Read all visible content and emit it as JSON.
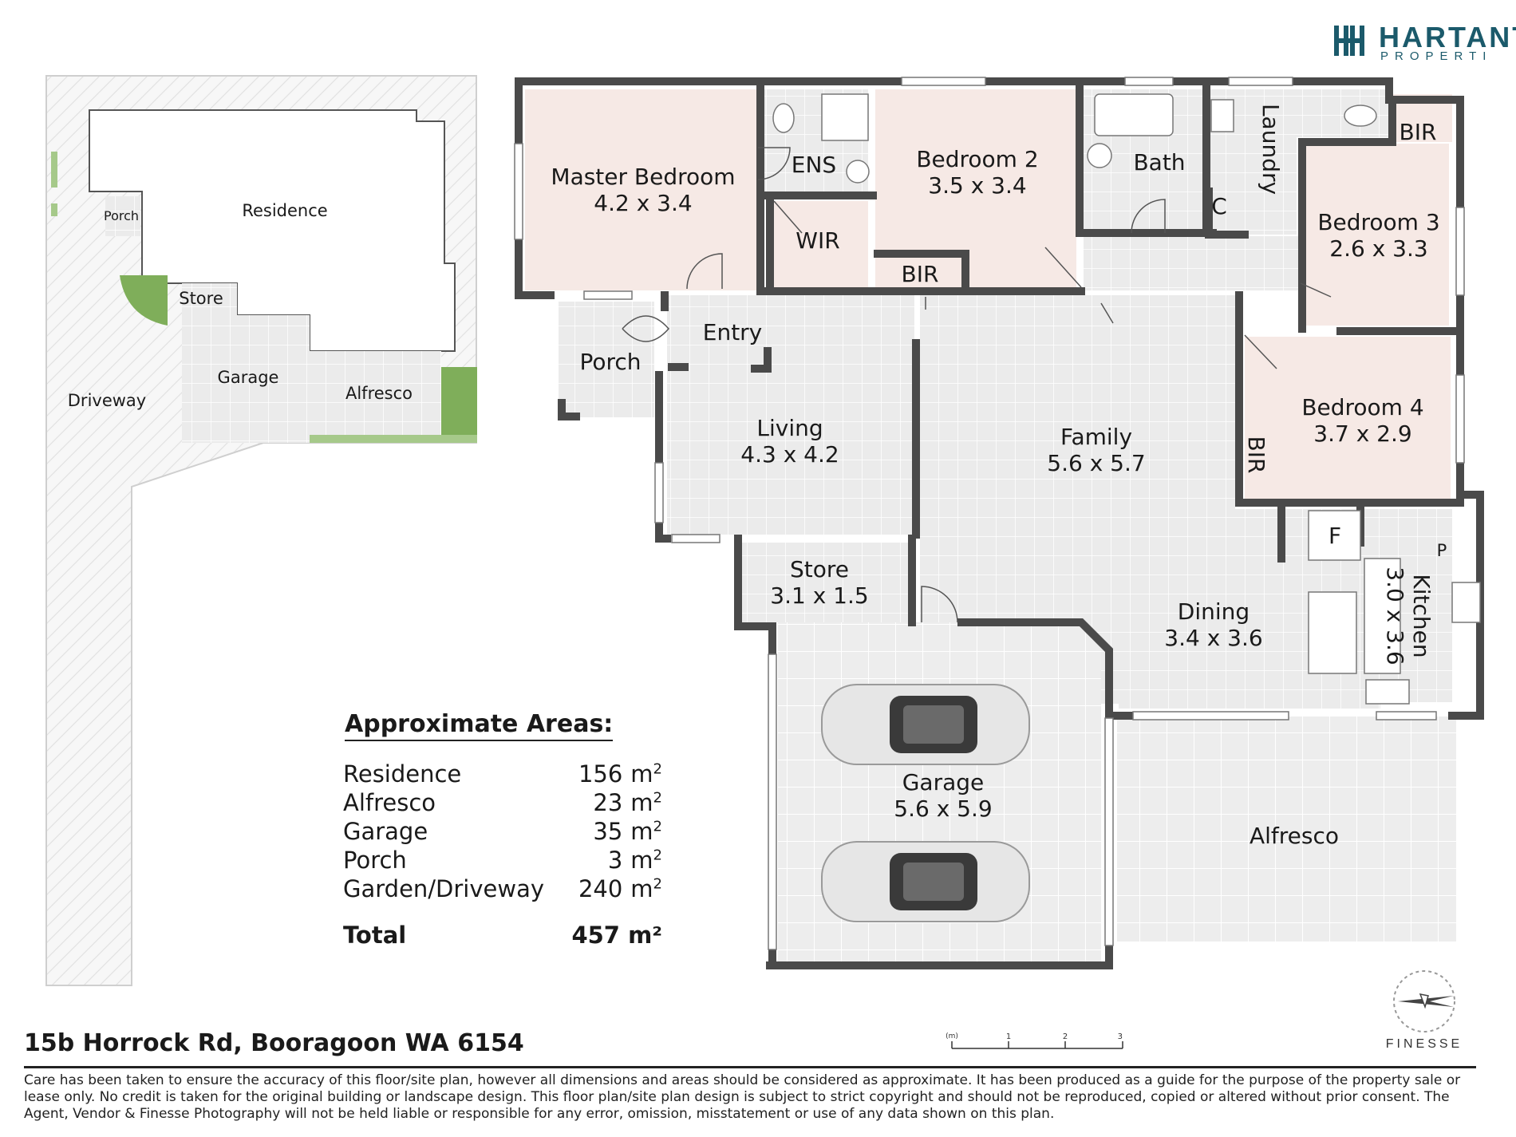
{
  "brand": {
    "name": "HARTANT",
    "sub": "PROPERTI"
  },
  "site_labels": {
    "residence": "Residence",
    "porch": "Porch",
    "store": "Store",
    "garage": "Garage",
    "alfresco": "Alfresco",
    "driveway": "Driveway"
  },
  "rooms": {
    "master_bedroom": {
      "name": "Master Bedroom",
      "size": "4.2 x 3.4"
    },
    "ens": {
      "name": "ENS"
    },
    "wir": {
      "name": "WIR"
    },
    "bedroom2": {
      "name": "Bedroom 2",
      "size": "3.5 x 3.4"
    },
    "bir_bed2": {
      "name": "BIR"
    },
    "bath": {
      "name": "Bath"
    },
    "laundry": {
      "name": "Laundry"
    },
    "cupboard": {
      "name": "C"
    },
    "bir_bed3": {
      "name": "BIR"
    },
    "bedroom3": {
      "name": "Bedroom 3",
      "size": "2.6 x 3.3"
    },
    "bedroom4": {
      "name": "Bedroom 4",
      "size": "3.7 x 2.9"
    },
    "bir_bed4": {
      "name": "BIR"
    },
    "entry": {
      "name": "Entry"
    },
    "porch": {
      "name": "Porch"
    },
    "living": {
      "name": "Living",
      "size": "4.3 x 4.2"
    },
    "family": {
      "name": "Family",
      "size": "5.6 x 5.7"
    },
    "store": {
      "name": "Store",
      "size": "3.1 x 1.5"
    },
    "dining": {
      "name": "Dining",
      "size": "3.4 x 3.6"
    },
    "fridge": {
      "name": "F"
    },
    "pantry": {
      "name": "P"
    },
    "kitchen": {
      "name": "Kitchen",
      "size": "3.0 x 3.6"
    },
    "garage": {
      "name": "Garage",
      "size": "5.6 x 5.9"
    },
    "alfresco": {
      "name": "Alfresco"
    }
  },
  "areas": {
    "title": "Approximate Areas:",
    "unit": "m",
    "unit_power": "2",
    "rows": [
      {
        "name": "Residence",
        "value": "156"
      },
      {
        "name": "Alfresco",
        "value": "23"
      },
      {
        "name": "Garage",
        "value": "35"
      },
      {
        "name": "Porch",
        "value": "3"
      },
      {
        "name": "Garden/Driveway",
        "value": "240"
      }
    ],
    "total_label": "Total",
    "total_value": "457 m²"
  },
  "scale": {
    "unit": "(m)",
    "ticks": [
      "1",
      "2",
      "3"
    ]
  },
  "address": "15b Horrock Rd, Booragoon WA 6154",
  "compass_brand": "FINESSE",
  "disclaimer": "Care has been taken to ensure the accuracy of this floor/site plan, however all dimensions and areas should be considered as approximate. It has been produced as a guide for the purpose of the property sale or lease only. No credit is taken for the original building or landscape design. This floor plan/site plan design is subject to strict copyright and should not be reproduced, copied or altered without prior consent. The Agent, Vendor & Finesse Photography will not be held liable or responsible for any error, omission, misstatement or use of any data shown on this plan.",
  "colors": {
    "wall": "#4a4a4a",
    "bedroom_floor": "#f6e9e5",
    "tile_floor": "#ececec",
    "grid_line": "#ffffff",
    "grass": "#7fae5a",
    "brand": "#1b5a6b"
  }
}
